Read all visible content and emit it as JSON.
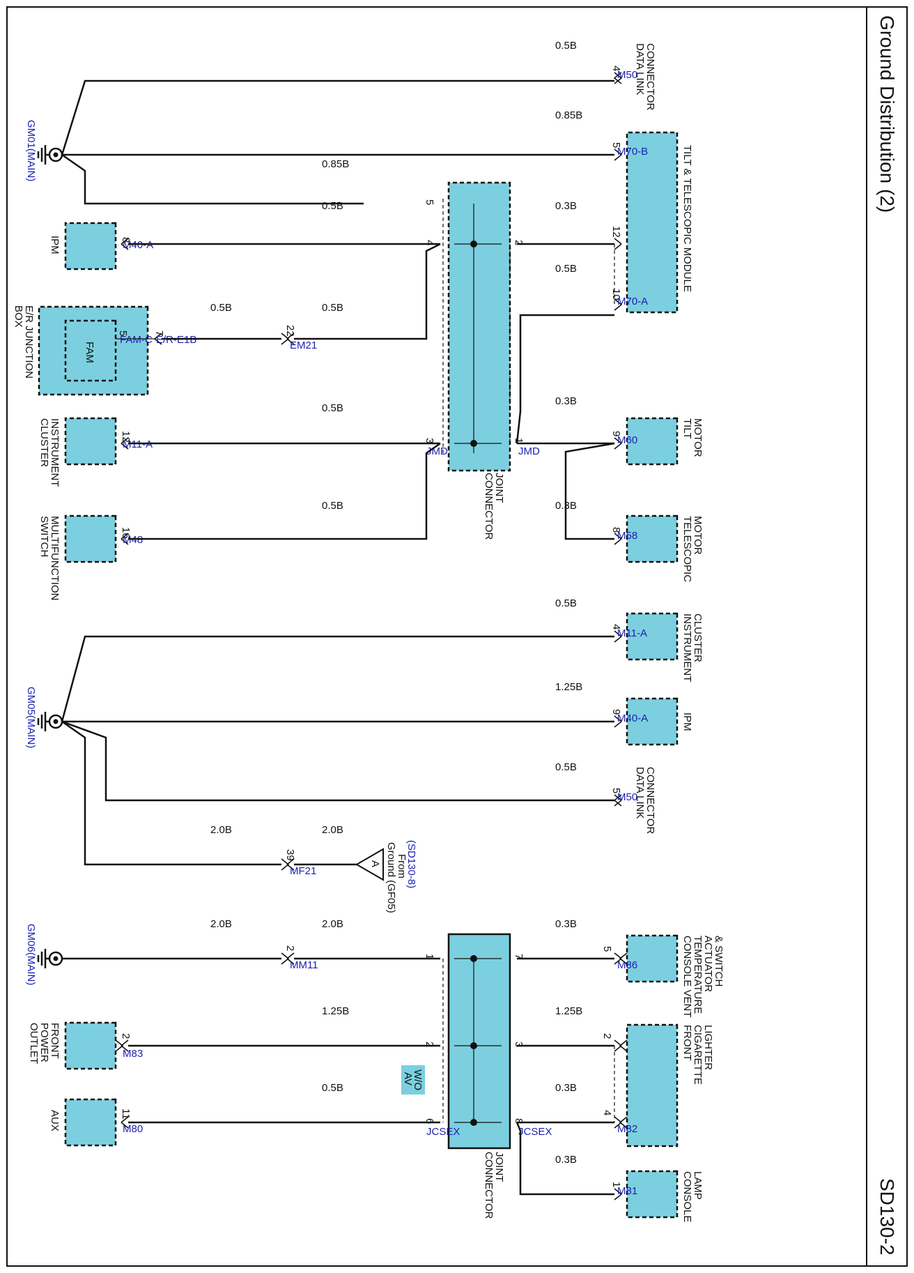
{
  "title": "Ground Distribution (2)",
  "page_code": "SD130-2",
  "grounds": {
    "gm01": "GM01(MAIN)",
    "gm05": "GM05(MAIN)",
    "gm06": "GM06(MAIN)"
  },
  "components": {
    "data_link_connector_1": [
      "DATA LINK",
      "CONNECTOR"
    ],
    "tilt_telescopic_module": "TILT & TELESCOPIC MODULE",
    "tilt_motor": [
      "TILT",
      "MOTOR"
    ],
    "telescopic_motor": [
      "TELESCOPIC",
      "MOTOR"
    ],
    "ipm_1": "IPM",
    "er_junction_box": [
      "E/R JUNCTION",
      "BOX"
    ],
    "fam": "FAM",
    "instrument_cluster_1": [
      "INSTRUMENT",
      "CLUSTER"
    ],
    "multifunction_switch": [
      "MULTIFUNCTION",
      "SWITCH"
    ],
    "joint_connector_1": [
      "JOINT",
      "CONNECTOR"
    ],
    "instrument_cluster_2": [
      "INSTRUMENT",
      "CLUSTER"
    ],
    "ipm_2": "IPM",
    "data_link_connector_2": [
      "DATA LINK",
      "CONNECTOR"
    ],
    "from_ground": [
      "From",
      "Ground (GF05)",
      "(SD130-8)"
    ],
    "from_ground_symbol": "A",
    "console_vent": [
      "CONSOLE VENT",
      "TEMPERATURE",
      "ACTUATOR",
      "& SWITCH"
    ],
    "front_cigarette_lighter": [
      "FRONT",
      "CIGARETTE",
      "LIGHTER"
    ],
    "console_lamp": [
      "CONSOLE",
      "LAMP"
    ],
    "front_power_outlet": [
      "FRONT",
      "POWER",
      "OUTLET"
    ],
    "aux": "AUX",
    "joint_connector_2": [
      "JOINT",
      "CONNECTOR"
    ],
    "wo_av": [
      "W/O",
      "AV"
    ]
  },
  "connectors": {
    "m50_a": "M50",
    "m70b": "M70-B",
    "m70a": "M70-A",
    "m60": "M60",
    "m58": "M58",
    "m40a_1": "M40-A",
    "er_e1b": "E/R-E1B",
    "fam_c": "FAM-C",
    "em21": "EM21",
    "m11a_1": "M11-A",
    "m48": "M48",
    "jmd_1": "JMD",
    "jmd_2": "JMD",
    "m11a_2": "M11-A",
    "m40a_2": "M40-A",
    "m50_b": "M50",
    "mf21": "MF21",
    "m86": "M86",
    "m82": "M82",
    "m81": "M81",
    "mm11": "MM11",
    "m83": "M83",
    "m80": "M80",
    "jcsex_1": "JCSEX",
    "jcsex_2": "JCSEX"
  },
  "pins": {
    "p4a": "4",
    "p5a": "5",
    "p12a": "12",
    "p10a": "10",
    "p9a": "9",
    "p8a": "8",
    "jmd5": "5",
    "jmd4": "4",
    "jmd2": "2",
    "jmd3": "3",
    "jmd1": "1",
    "p8b": "8",
    "p7e": "7",
    "p5f": "5",
    "p22": "22",
    "p12b": "12",
    "p16": "16",
    "p4b": "4",
    "p9b": "9",
    "p5b": "5",
    "p39": "39",
    "p5c": "5",
    "p2c": "2",
    "p4c": "4",
    "p1c": "1",
    "jc1": "1",
    "jc7": "7",
    "jc2": "2",
    "jc3": "3",
    "jc6": "6",
    "jc8": "8",
    "p2m": "2",
    "p2f": "2",
    "p11": "11"
  },
  "wires": {
    "w1": "0.5B",
    "w2": "0.85B",
    "w3": "0.85B",
    "w4": "0.5B",
    "w5": "0.3B",
    "w6": "0.5B",
    "w7": "0.5B",
    "w8": "0.5B",
    "w9": "0.5B",
    "w10": "0.3B",
    "w11": "0.3B",
    "w12": "0.5B",
    "w13": "0.5B",
    "w14": "1.25B",
    "w15": "0.5B",
    "w16": "2.0B",
    "w17": "2.0B",
    "w18": "2.0B",
    "w19": "2.0B",
    "w20": "0.3B",
    "w21": "1.25B",
    "w22": "1.25B",
    "w23": "0.3B",
    "w24": "0.5B",
    "w25": "0.3B"
  },
  "colors": {
    "component_fill": "#7ccfdf",
    "connector_text": "#1a1fb0",
    "line": "#111111"
  }
}
